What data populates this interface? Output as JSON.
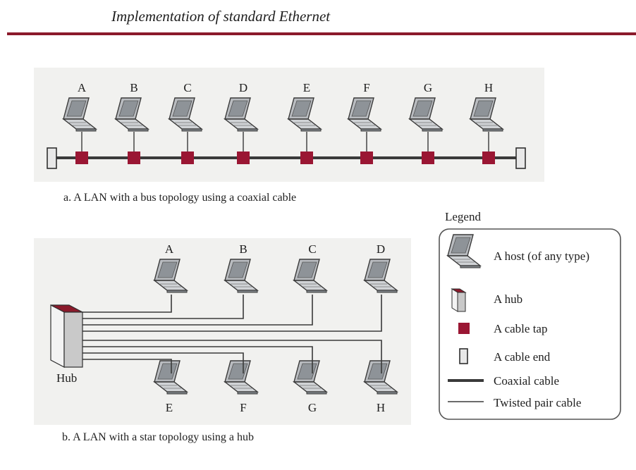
{
  "title": "Implementation of standard Ethernet",
  "bus": {
    "hosts": [
      "A",
      "B",
      "C",
      "D",
      "E",
      "F",
      "G",
      "H"
    ],
    "caption": "a. A LAN with a bus topology using a coaxial cable"
  },
  "star": {
    "top_hosts": [
      "A",
      "B",
      "C",
      "D"
    ],
    "bottom_hosts": [
      "E",
      "F",
      "G",
      "H"
    ],
    "hub_label": "Hub",
    "caption": "b. A LAN with a star topology using a hub"
  },
  "legend": {
    "title": "Legend",
    "items": {
      "host": "A host (of any type)",
      "hub": "A hub",
      "tap": "A cable tap",
      "end": "A cable end",
      "coax": "Coaxial cable",
      "twisted": "Twisted pair cable"
    }
  },
  "colors": {
    "accent": "#8b1a2b",
    "tap": "#9a1633",
    "cable": "#3a3a3a",
    "panel": "#f1f1ef"
  }
}
